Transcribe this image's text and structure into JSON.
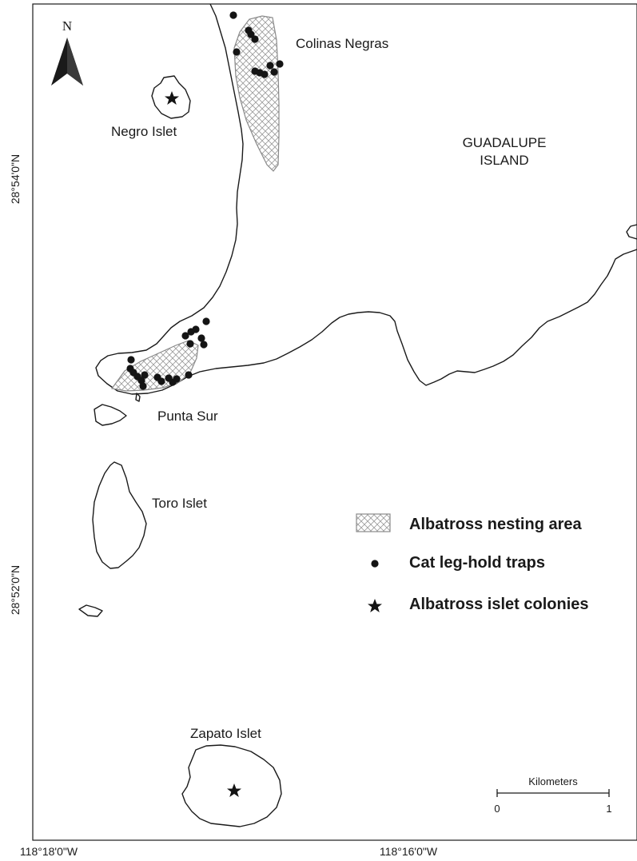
{
  "map": {
    "north_label": "N",
    "places": {
      "colinas_negras": "Colinas Negras",
      "negro_islet": "Negro Islet",
      "island_line1": "GUADALUPE",
      "island_line2": "ISLAND",
      "punta_sur": "Punta Sur",
      "toro_islet": "Toro Islet",
      "zapato_islet": "Zapato Islet"
    },
    "axes": {
      "lat_top": "28°54'0\"N",
      "lat_bottom": "28°52'0\"N",
      "lon_left": "118°18'0\"W",
      "lon_right": "118°16'0\"W"
    },
    "legend": {
      "nesting_area": "Albatross nesting area",
      "traps": "Cat leg-hold traps",
      "colonies": "Albatross islet colonies"
    },
    "scale_bar": {
      "title": "Kilometers",
      "start": "0",
      "end": "1"
    },
    "colors": {
      "ink": "#1a1a1a",
      "hatch": "#8a8a8a",
      "background": "#ffffff"
    }
  }
}
